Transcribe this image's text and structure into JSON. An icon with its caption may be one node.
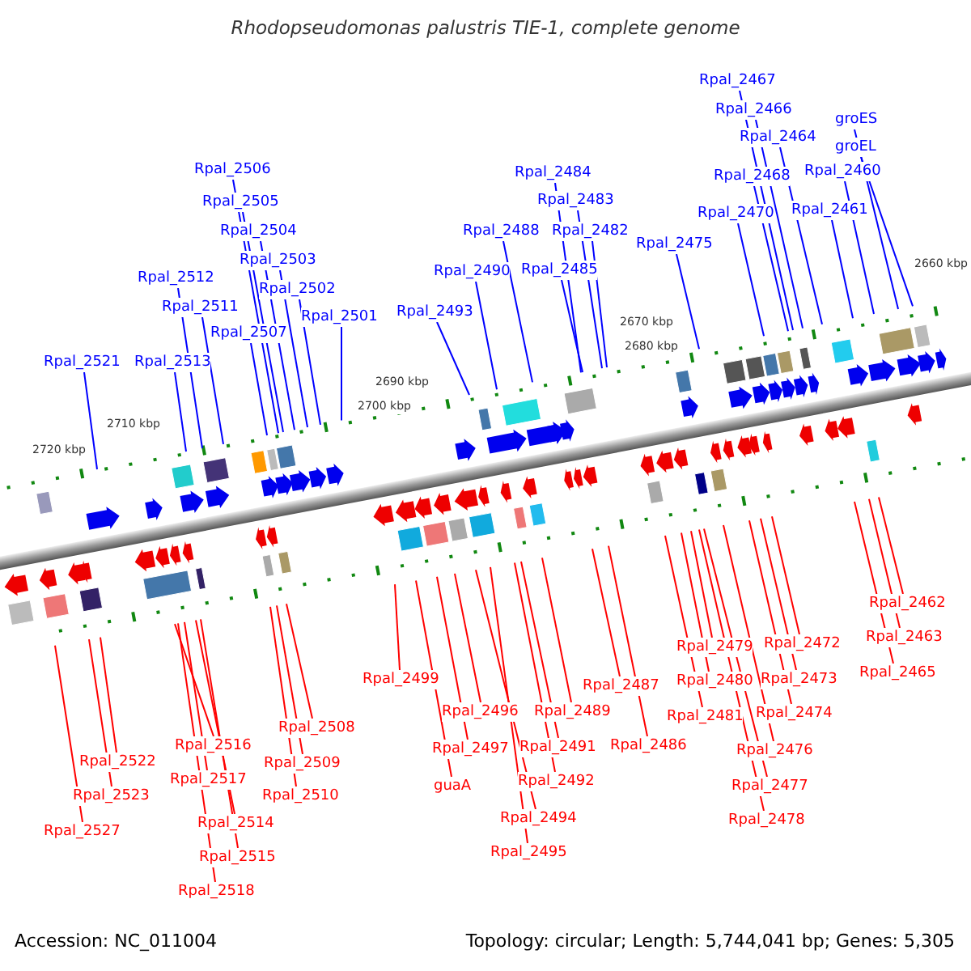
{
  "diagram": {
    "title": "Rhodopseudomonas palustris TIE-1, complete genome",
    "nodes": [
      {
        "text": [
          "Rpal_2521"
        ]
      },
      {
        "text": [
          "Rpal_2513"
        ]
      },
      {
        "text": [
          "Rpal_2512"
        ]
      },
      {
        "text": [
          "Rpal_2511"
        ]
      },
      {
        "text": [
          "Rpal_2507"
        ]
      },
      {
        "text": [
          "Rpal_2506"
        ]
      },
      {
        "text": [
          "Rpal_2505"
        ]
      },
      {
        "text": [
          "Rpal_2504"
        ]
      },
      {
        "text": [
          "Rpal_2503"
        ]
      },
      {
        "text": [
          "Rpal_2502"
        ]
      },
      {
        "text": [
          "Rpal_2501"
        ]
      },
      {
        "text": [
          "Rpal_2493"
        ]
      },
      {
        "text": [
          "Rpal_2490"
        ]
      },
      {
        "text": [
          "Rpal_2488"
        ]
      },
      {
        "text": [
          "Rpal_2484"
        ]
      },
      {
        "text": [
          "Rpal_2483"
        ]
      },
      {
        "text": [
          "Rpal_2482"
        ]
      },
      {
        "text": [
          "Rpal_2485"
        ]
      },
      {
        "text": [
          "Rpal_2475"
        ]
      },
      {
        "text": [
          "Rpal_2470"
        ]
      },
      {
        "text": [
          "Rpal_2468"
        ]
      },
      {
        "text": [
          "Rpal_2467"
        ]
      },
      {
        "text": [
          "Rpal_2466"
        ]
      },
      {
        "text": [
          "Rpal_2464"
        ]
      },
      {
        "text": [
          "Rpal_2461"
        ]
      },
      {
        "text": [
          "Rpal_2460"
        ]
      },
      {
        "text": [
          "groES"
        ]
      },
      {
        "text": [
          "groEL"
        ]
      },
      {
        "text": [
          "Rpal_2462"
        ]
      },
      {
        "text": [
          "Rpal_2463"
        ]
      },
      {
        "text": [
          "Rpal_2465"
        ]
      },
      {
        "text": [
          "Rpal_2472"
        ]
      },
      {
        "text": [
          "Rpal_2473"
        ]
      },
      {
        "text": [
          "Rpal_2474"
        ]
      },
      {
        "text": [
          "Rpal_2476"
        ]
      },
      {
        "text": [
          "Rpal_2477"
        ]
      },
      {
        "text": [
          "Rpal_2478"
        ]
      },
      {
        "text": [
          "Rpal_2479"
        ]
      },
      {
        "text": [
          "Rpal_2480"
        ]
      },
      {
        "text": [
          "Rpal_2481"
        ]
      },
      {
        "text": [
          "Rpal_2487"
        ]
      },
      {
        "text": [
          "Rpal_2486"
        ]
      },
      {
        "text": [
          "Rpal_2489"
        ]
      },
      {
        "text": [
          "Rpal_2491"
        ]
      },
      {
        "text": [
          "Rpal_2492"
        ]
      },
      {
        "text": [
          "Rpal_2494"
        ]
      },
      {
        "text": [
          "Rpal_2495"
        ]
      },
      {
        "text": [
          "Rpal_2496"
        ]
      },
      {
        "text": [
          "Rpal_2497"
        ]
      },
      {
        "text": [
          "guaA"
        ]
      },
      {
        "text": [
          "Rpal_2499"
        ]
      },
      {
        "text": [
          "Rpal_2508"
        ]
      },
      {
        "text": [
          "Rpal_2509"
        ]
      },
      {
        "text": [
          "Rpal_2510"
        ]
      },
      {
        "text": [
          "Rpal_2516"
        ]
      },
      {
        "text": [
          "Rpal_2517"
        ]
      },
      {
        "text": [
          "Rpal_2514"
        ]
      },
      {
        "text": [
          "Rpal_2515"
        ]
      },
      {
        "text": [
          "Rpal_2518"
        ]
      },
      {
        "text": [
          "Rpal_2522"
        ]
      },
      {
        "text": [
          "Rpal_2523"
        ]
      },
      {
        "text": [
          "Rpal_2527"
        ]
      }
    ],
    "edges": [
      {
        "from": 0,
        "to": null,
        "arrow": "none",
        "color": "#0000ff"
      },
      {
        "from": 1,
        "to": null,
        "arrow": "none",
        "color": "#0000ff"
      },
      {
        "from": 2,
        "to": null,
        "arrow": "none",
        "color": "#0000ff"
      },
      {
        "from": 3,
        "to": null,
        "arrow": "none",
        "color": "#0000ff"
      },
      {
        "from": 4,
        "to": null,
        "arrow": "none",
        "color": "#0000ff"
      },
      {
        "from": 5,
        "to": null,
        "arrow": "none",
        "color": "#0000ff"
      },
      {
        "from": 6,
        "to": null,
        "arrow": "none",
        "color": "#0000ff"
      },
      {
        "from": 7,
        "to": null,
        "arrow": "none",
        "color": "#0000ff"
      },
      {
        "from": 8,
        "to": null,
        "arrow": "none",
        "color": "#0000ff"
      },
      {
        "from": 9,
        "to": null,
        "arrow": "none",
        "color": "#0000ff"
      },
      {
        "from": 10,
        "to": null,
        "arrow": "none",
        "color": "#0000ff"
      },
      {
        "from": 11,
        "to": null,
        "arrow": "none",
        "color": "#0000ff"
      },
      {
        "from": 12,
        "to": null,
        "arrow": "none",
        "color": "#0000ff"
      },
      {
        "from": 13,
        "to": null,
        "arrow": "none",
        "color": "#0000ff"
      },
      {
        "from": 14,
        "to": null,
        "arrow": "none",
        "color": "#0000ff"
      },
      {
        "from": 15,
        "to": null,
        "arrow": "none",
        "color": "#0000ff"
      },
      {
        "from": 16,
        "to": null,
        "arrow": "none",
        "color": "#0000ff"
      },
      {
        "from": 17,
        "to": null,
        "arrow": "none",
        "color": "#0000ff"
      },
      {
        "from": 18,
        "to": null,
        "arrow": "none",
        "color": "#0000ff"
      },
      {
        "from": 19,
        "to": null,
        "arrow": "none",
        "color": "#0000ff"
      },
      {
        "from": 20,
        "to": null,
        "arrow": "none",
        "color": "#0000ff"
      },
      {
        "from": 21,
        "to": null,
        "arrow": "none",
        "color": "#0000ff"
      },
      {
        "from": 22,
        "to": null,
        "arrow": "none",
        "color": "#0000ff"
      },
      {
        "from": 23,
        "to": null,
        "arrow": "none",
        "color": "#0000ff"
      },
      {
        "from": 24,
        "to": null,
        "arrow": "none",
        "color": "#0000ff"
      },
      {
        "from": 25,
        "to": null,
        "arrow": "none",
        "color": "#0000ff"
      },
      {
        "from": 26,
        "to": null,
        "arrow": "none",
        "color": "#0000ff"
      },
      {
        "from": 27,
        "to": null,
        "arrow": "none",
        "color": "#0000ff"
      },
      {
        "from": 28,
        "to": null,
        "arrow": "none"
      },
      {
        "from": 29,
        "to": null,
        "arrow": "none"
      },
      {
        "from": 30,
        "to": null,
        "arrow": "none"
      },
      {
        "from": 31,
        "to": null,
        "arrow": "none"
      },
      {
        "from": 32,
        "to": null,
        "arrow": "none"
      },
      {
        "from": 33,
        "to": null,
        "arrow": "none"
      },
      {
        "from": 34,
        "to": null,
        "arrow": "none"
      },
      {
        "from": 35,
        "to": null,
        "arrow": "none"
      },
      {
        "from": 36,
        "to": null,
        "arrow": "none"
      },
      {
        "from": 37,
        "to": null,
        "arrow": "none"
      },
      {
        "from": 38,
        "to": null,
        "arrow": "none"
      },
      {
        "from": 39,
        "to": null,
        "arrow": "none"
      },
      {
        "from": 40,
        "to": null,
        "arrow": "none"
      },
      {
        "from": 41,
        "to": null,
        "arrow": "none"
      },
      {
        "from": 42,
        "to": null,
        "arrow": "none"
      },
      {
        "from": 43,
        "to": null,
        "arrow": "none"
      },
      {
        "from": 44,
        "to": null,
        "arrow": "none"
      },
      {
        "from": 45,
        "to": null,
        "arrow": "none"
      },
      {
        "from": 46,
        "to": null,
        "arrow": "none"
      },
      {
        "from": 47,
        "to": null,
        "arrow": "none"
      },
      {
        "from": 48,
        "to": null,
        "arrow": "none"
      },
      {
        "from": 49,
        "to": null,
        "arrow": "none"
      },
      {
        "from": 50,
        "to": null,
        "arrow": "none"
      },
      {
        "from": 51,
        "to": null,
        "arrow": "none"
      },
      {
        "from": 52,
        "to": null,
        "arrow": "none"
      },
      {
        "from": 53,
        "to": null,
        "arrow": "none"
      },
      {
        "from": 54,
        "to": null,
        "arrow": "none"
      },
      {
        "from": 55,
        "to": null,
        "arrow": "none"
      },
      {
        "from": 56,
        "to": null,
        "arrow": "none"
      },
      {
        "from": 57,
        "to": null,
        "arrow": "none"
      },
      {
        "from": 58,
        "to": null,
        "arrow": "none"
      },
      {
        "from": 59,
        "to": null,
        "arrow": "none"
      },
      {
        "from": 60,
        "to": null,
        "arrow": "none"
      },
      {
        "from": 61,
        "to": null,
        "arrow": "none"
      }
    ],
    "labels": [
      "2720 kbp",
      "2710 kbp",
      "2700 kbp",
      "2690 kbp",
      "2680 kbp",
      "2670 kbp",
      "2660 kbp",
      "Accession: NC_011004",
      "Topology: circular; Length: 5,744,041 bp; Genes: 5,305"
    ]
  }
}
